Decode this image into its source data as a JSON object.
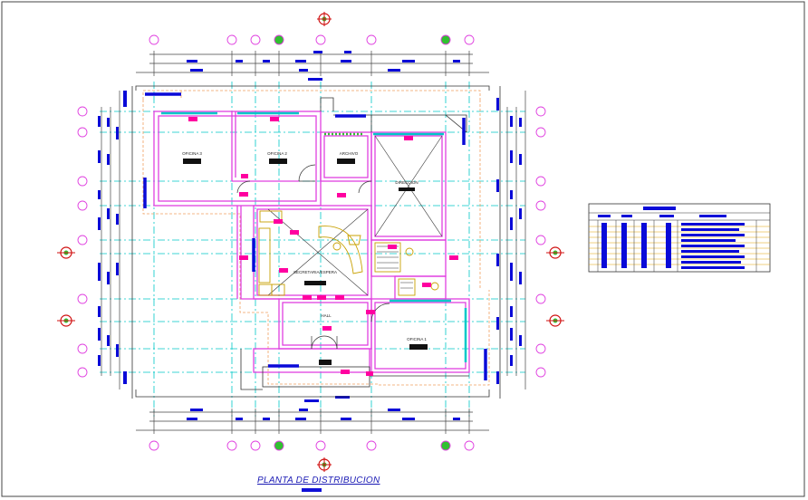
{
  "drawing": {
    "title": "PLANTA DE DISTRIBUCION"
  },
  "rooms": {
    "oficina_3": "OFICINA 3",
    "oficina_2": "OFICINA 2",
    "archivo": "ARCHIVO",
    "direccion": "DIRECCION",
    "secretaria": "SECRETARIA/ESPERA",
    "hall": "HALL",
    "oficina_1": "OFICINA 1"
  },
  "colors": {
    "wall": "#e040e0",
    "axis": "#00c8c8",
    "dimension": "#0a0ad8",
    "outline": "#333333",
    "marker": "#ff00a0",
    "furniture": "#c8a000"
  }
}
